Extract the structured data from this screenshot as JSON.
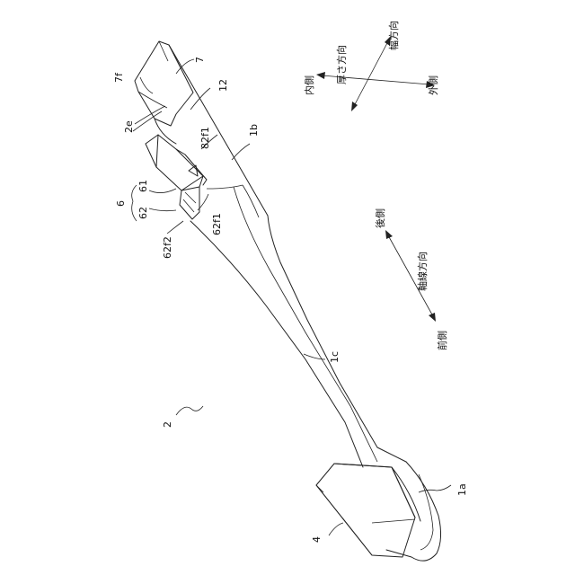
{
  "figure": {
    "reference_labels": {
      "tool_body": "2",
      "head_block": "4",
      "joint": "6",
      "joint_upper": "61",
      "joint_lower": "62",
      "plate": "7",
      "plate_edge": "7f",
      "recess": "12",
      "tip_end": "1a",
      "rear_part": "1b",
      "shaft": "1c",
      "edge_face": "2e",
      "face_82f1": "82f1",
      "face_62f1": "62f1",
      "face_62f2": "62f2"
    },
    "direction_legend": {
      "thickness_direction": "厚さ方向",
      "width_direction": "幅方向",
      "inner_side": "内側",
      "outer_side": "外側",
      "axial_direction": "軸線方向",
      "rear_side": "後側",
      "front_side": "前側"
    }
  }
}
